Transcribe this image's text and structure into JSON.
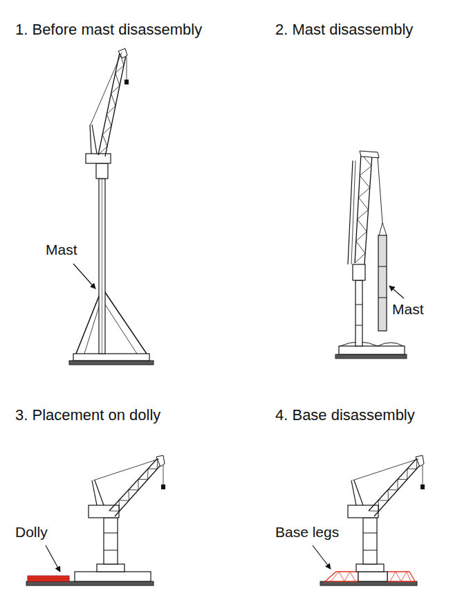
{
  "diagram": {
    "labels": [
      "1. Before mast disassembly",
      "2. Mast disassembly",
      "3. Placement on dolly",
      "4. Base disassembly",
      "Mast",
      "Mast",
      "Dolly",
      "Base legs"
    ]
  }
}
